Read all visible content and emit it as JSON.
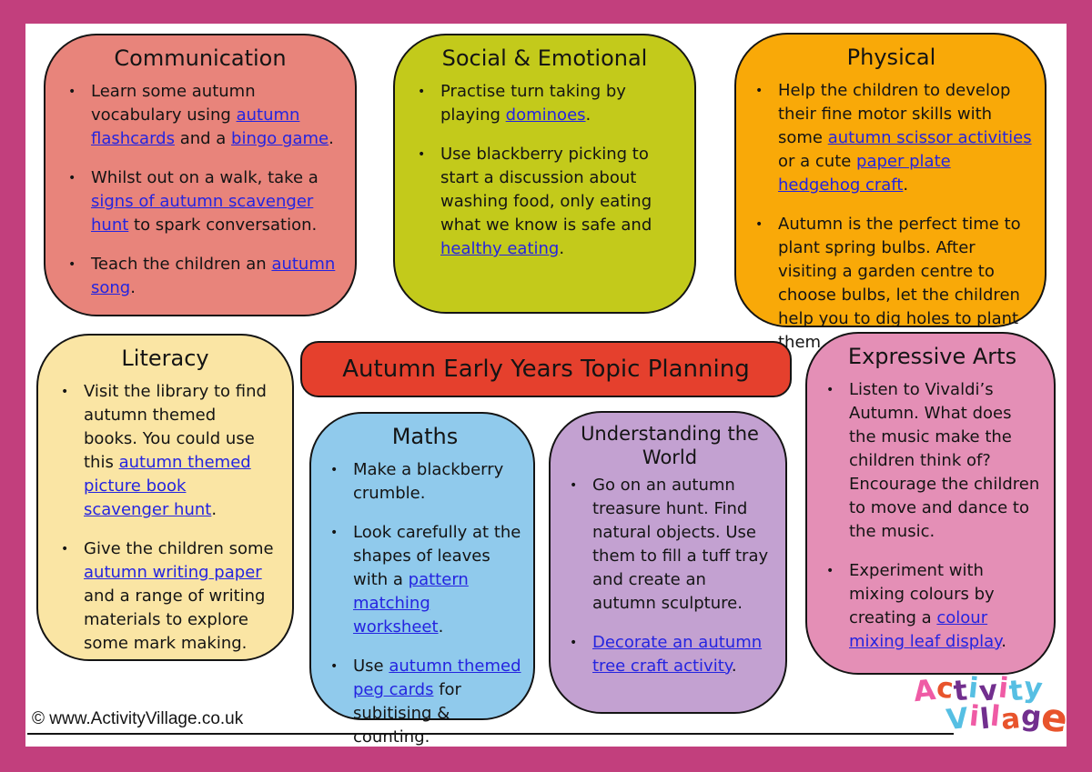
{
  "colors": {
    "frame": "#c23f7d",
    "inner_background": "#ffffff",
    "link": "#2424e0",
    "text": "#141414",
    "box_border": "#141414"
  },
  "title_box": {
    "label": "Autumn Early Years Topic Planning",
    "bg": "#e5402d"
  },
  "footer": {
    "copyright": "© www.ActivityVillage.co.uk"
  },
  "boxes": [
    {
      "id": "communication",
      "title": "Communication",
      "bg": "#e8847b",
      "bullets": [
        [
          {
            "t": "Learn some autumn vocabulary using "
          },
          {
            "t": "autumn flashcards",
            "link": true
          },
          {
            "t": " and a "
          },
          {
            "t": "bingo game",
            "link": true
          },
          {
            "t": "."
          }
        ],
        [
          {
            "t": "Whilst out on a walk, take a "
          },
          {
            "t": "signs of autumn scavenger hunt",
            "link": true
          },
          {
            "t": " to spark conversation."
          }
        ],
        [
          {
            "t": "Teach the children an "
          },
          {
            "t": "autumn song",
            "link": true
          },
          {
            "t": "."
          }
        ]
      ]
    },
    {
      "id": "social",
      "title": "Social & Emotional",
      "bg": "#c3ca1b",
      "bullets": [
        [
          {
            "t": "Practise turn taking by playing "
          },
          {
            "t": "dominoes",
            "link": true
          },
          {
            "t": "."
          }
        ],
        [
          {
            "t": "Use blackberry picking to start a discussion about washing food, only eating what we know is safe and "
          },
          {
            "t": "healthy eating",
            "link": true
          },
          {
            "t": "."
          }
        ]
      ]
    },
    {
      "id": "physical",
      "title": "Physical",
      "bg": "#f9a908",
      "bullets": [
        [
          {
            "t": "Help the children to develop their fine motor skills with some "
          },
          {
            "t": "autumn scissor activities",
            "link": true
          },
          {
            "t": " or a cute "
          },
          {
            "t": "paper plate hedgehog craft",
            "link": true
          },
          {
            "t": "."
          }
        ],
        [
          {
            "t": "Autumn is the perfect time to plant spring bulbs. After visiting a garden centre to choose bulbs, let the children help you to dig holes to plant them."
          }
        ]
      ]
    },
    {
      "id": "literacy",
      "title": "Literacy",
      "bg": "#fae5a4",
      "bullets": [
        [
          {
            "t": "Visit the library to find autumn themed books. You could use this "
          },
          {
            "t": "autumn themed picture book scavenger hunt",
            "link": true
          },
          {
            "t": "."
          }
        ],
        [
          {
            "t": "Give the children some "
          },
          {
            "t": "autumn writing paper",
            "link": true
          },
          {
            "t": " and a range of writing materials to explore some mark making."
          }
        ]
      ]
    },
    {
      "id": "maths",
      "title": "Maths",
      "bg": "#90caec",
      "bullets": [
        [
          {
            "t": "Make a blackberry crumble."
          }
        ],
        [
          {
            "t": "Look carefully at the shapes of leaves with a "
          },
          {
            "t": "pattern matching worksheet",
            "link": true
          },
          {
            "t": "."
          }
        ],
        [
          {
            "t": "Use "
          },
          {
            "t": "autumn themed peg cards",
            "link": true
          },
          {
            "t": " for subitising & counting."
          }
        ]
      ]
    },
    {
      "id": "world",
      "title": "Understanding the World",
      "bg": "#c3a1d1",
      "bullets": [
        [
          {
            "t": "Go on an autumn treasure hunt. Find natural objects. Use them to fill a tuff tray and create an autumn sculpture."
          }
        ],
        [
          {
            "t": "Decorate an autumn tree craft activity",
            "link": true
          },
          {
            "t": "."
          }
        ]
      ]
    },
    {
      "id": "expressive",
      "title": "Expressive Arts",
      "bg": "#e48fb6",
      "bullets": [
        [
          {
            "t": "Listen to Vivaldi’s Autumn. What does the music make the children think of? Encourage the children to move and dance to the music."
          }
        ],
        [
          {
            "t": "Experiment with mixing colours by creating a "
          },
          {
            "t": "colour mixing leaf display",
            "link": true
          },
          {
            "t": "."
          }
        ]
      ]
    }
  ],
  "logo": {
    "name": "Activity Village",
    "lines": [
      {
        "letters": [
          {
            "ch": "A",
            "color": "#ef5ba5"
          },
          {
            "ch": "c",
            "color": "#e8542c"
          },
          {
            "ch": "t",
            "color": "#722f8e"
          },
          {
            "ch": "i",
            "color": "#56bfe3"
          },
          {
            "ch": "v",
            "color": "#722f8e"
          },
          {
            "ch": "i",
            "color": "#ef5ba5"
          },
          {
            "ch": "t",
            "color": "#56bfe3"
          },
          {
            "ch": "y",
            "color": "#56bfe3"
          }
        ]
      },
      {
        "letters": [
          {
            "ch": "V",
            "color": "#56bfe3"
          },
          {
            "ch": "i",
            "color": "#ef5ba5"
          },
          {
            "ch": "l",
            "color": "#722f8e"
          },
          {
            "ch": "l",
            "color": "#ef5ba5"
          },
          {
            "ch": "a",
            "color": "#e8542c"
          },
          {
            "ch": "g",
            "color": "#722f8e"
          },
          {
            "ch": "e",
            "color": "#e8542c",
            "big": true
          }
        ]
      }
    ]
  }
}
